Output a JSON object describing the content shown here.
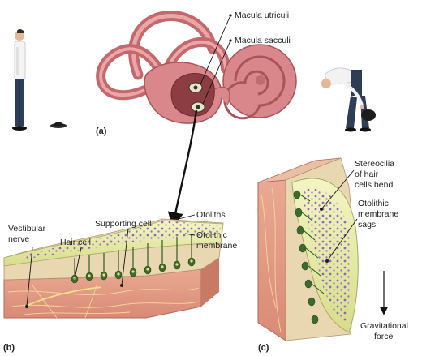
{
  "panels": {
    "a": "(a)",
    "b": "(b)",
    "c": "(c)"
  },
  "labels": {
    "macula_utriculi": "Macula utriculi",
    "macula_sacculi": "Macula sacculi",
    "vestibular_nerve_1": "Vestibular",
    "vestibular_nerve_2": "nerve",
    "hair_cell": "Hair cell",
    "supporting_cell": "Supporting cell",
    "otoliths": "Otoliths",
    "otolithic_membrane_1": "Otolithic",
    "otolithic_membrane_2": "membrane",
    "stereocilia_1": "Stereocilia",
    "stereocilia_2": "of hair",
    "stereocilia_3": "cells bend",
    "membrane_sags_1": "Otolithic",
    "membrane_sags_2": "membrane",
    "membrane_sags_3": "sags",
    "gravitational_1": "Gravitational",
    "gravitational_2": "force"
  },
  "colors": {
    "ear_pink": "#d9878a",
    "ear_dark": "#b45d62",
    "tissue": "#e3a08f",
    "membrane": "#eef0b0",
    "otolith_purple": "#8d5fc0",
    "hair_cell_green": "#3d6b2e"
  }
}
